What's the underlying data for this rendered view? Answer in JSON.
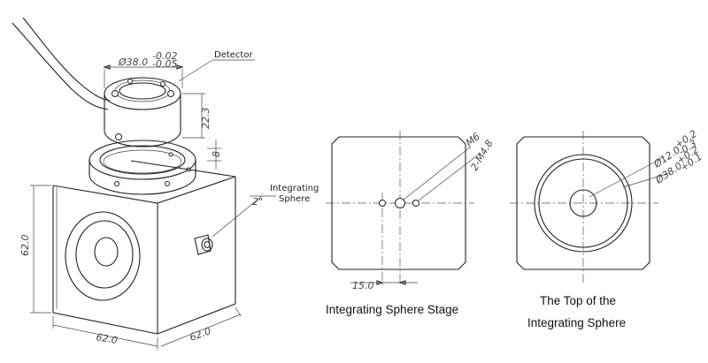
{
  "labels": {
    "detector": "Detector",
    "integrating_sphere_line1": "Integrating",
    "integrating_sphere_line2": "Sphere",
    "stage_caption": "Integrating Sphere Stage",
    "top_caption_line1": "The Top of the",
    "top_caption_line2": "Integrating Sphere"
  },
  "dimensions": {
    "detector_diameter": "Ø38.0",
    "detector_diameter_tol_upper": "-0.02",
    "detector_diameter_tol_lower": "-0.05",
    "detector_height": "22.3",
    "gap": "8",
    "port_size": "2\"",
    "cube_height": "62.0",
    "cube_width": "62.0",
    "cube_depth": "62.0",
    "stage_hole_m6": "M6",
    "stage_hole_m48": "2-M4.8",
    "stage_spacing": "15.0",
    "top_inner_diameter": "Ø12.0",
    "top_inner_tol_upper": "+0.2",
    "top_inner_tol_lower": "-0.3",
    "top_outer_diameter": "Ø38.0",
    "top_outer_tol_upper": "+0.2",
    "top_outer_tol_lower": "+0.1"
  }
}
